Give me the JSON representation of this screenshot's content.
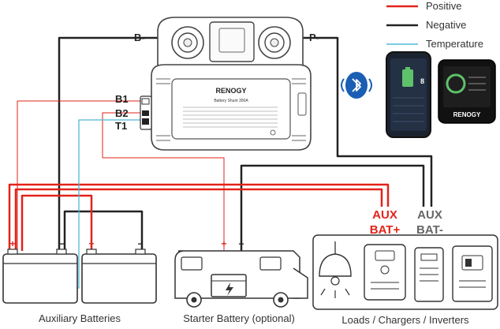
{
  "legend": {
    "positive": "Positive",
    "negative": "Negative",
    "temperature": "Temperature"
  },
  "shunt": {
    "terminal_neg": "B-",
    "terminal_pos": "P-",
    "port_b1": "B1",
    "port_b2": "B2",
    "port_t1": "T1",
    "brand": "RENOGY",
    "model": "Battery Shunt 300A"
  },
  "aux_terminals": {
    "aux_pos_line1": "AUX",
    "aux_pos_line2": "BAT+",
    "aux_neg_line1": "AUX",
    "aux_neg_line2": "BAT-"
  },
  "captions": {
    "aux_batteries": "Auxiliary Batteries",
    "starter_battery": "Starter Battery (optional)",
    "loads": "Loads / Chargers / Inverters"
  },
  "devices": {
    "monitor_brand": "RENOGY",
    "monitor_value": "8"
  },
  "symbols": {
    "plus": "+",
    "minus": "−"
  },
  "colors": {
    "positive": "#e2231a",
    "negative": "#222222",
    "temperature": "#4fb8d8",
    "aux_pos_text": "#e2231a",
    "aux_neg_text": "#666666"
  }
}
